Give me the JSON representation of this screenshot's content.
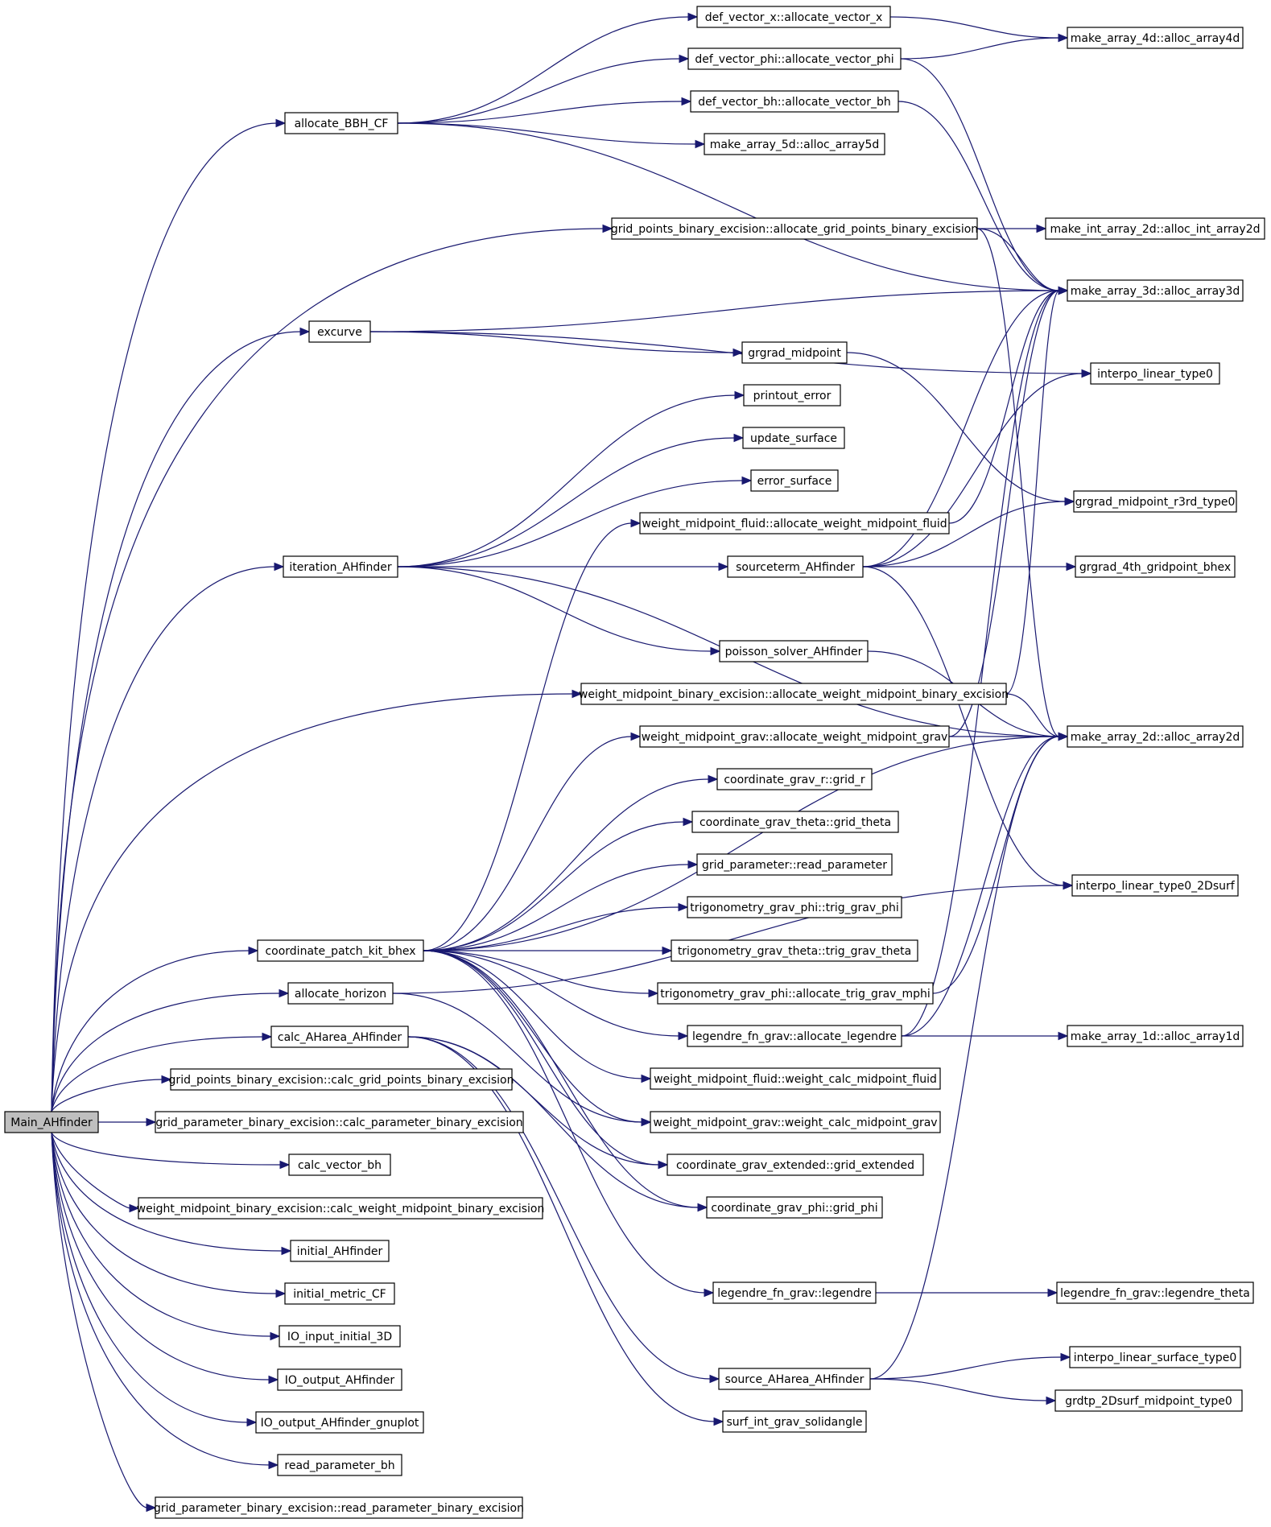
{
  "colors": {
    "edge": "#191970",
    "node_border": "#000000",
    "node_fill": "#ffffff",
    "root_fill": "#bfbfbf"
  },
  "root": "n0",
  "nodes": [
    {
      "id": "n0",
      "label": "Main_AHfinder"
    },
    {
      "id": "n1",
      "label": "allocate_BBH_CF"
    },
    {
      "id": "n2",
      "label": "excurve"
    },
    {
      "id": "n3",
      "label": "iteration_AHfinder"
    },
    {
      "id": "n4",
      "label": "coordinate_patch_kit_bhex"
    },
    {
      "id": "n5",
      "label": "allocate_horizon"
    },
    {
      "id": "n6",
      "label": "calc_AHarea_AHfinder"
    },
    {
      "id": "n7",
      "label": "grid_points_binary_excision::calc_grid_points_binary_excision"
    },
    {
      "id": "n8",
      "label": "grid_parameter_binary_excision::calc_parameter_binary_excision"
    },
    {
      "id": "n9",
      "label": "calc_vector_bh"
    },
    {
      "id": "n10",
      "label": "weight_midpoint_binary_excision::calc_weight_midpoint_binary_excision"
    },
    {
      "id": "n11",
      "label": "initial_AHfinder"
    },
    {
      "id": "n12",
      "label": "initial_metric_CF"
    },
    {
      "id": "n13",
      "label": "IO_input_initial_3D"
    },
    {
      "id": "n14",
      "label": "IO_output_AHfinder"
    },
    {
      "id": "n15",
      "label": "IO_output_AHfinder_gnuplot"
    },
    {
      "id": "n16",
      "label": "read_parameter_bh"
    },
    {
      "id": "n17",
      "label": "grid_parameter_binary_excision::read_parameter_binary_excision"
    },
    {
      "id": "n18",
      "label": "def_vector_x::allocate_vector_x"
    },
    {
      "id": "n19",
      "label": "def_vector_phi::allocate_vector_phi"
    },
    {
      "id": "n20",
      "label": "def_vector_bh::allocate_vector_bh"
    },
    {
      "id": "n21",
      "label": "make_array_5d::alloc_array5d"
    },
    {
      "id": "n22",
      "label": "grid_points_binary_excision::allocate_grid_points_binary_excision"
    },
    {
      "id": "n23",
      "label": "grgrad_midpoint"
    },
    {
      "id": "n24",
      "label": "printout_error"
    },
    {
      "id": "n25",
      "label": "update_surface"
    },
    {
      "id": "n26",
      "label": "error_surface"
    },
    {
      "id": "n27",
      "label": "weight_midpoint_fluid::allocate_weight_midpoint_fluid"
    },
    {
      "id": "n28",
      "label": "sourceterm_AHfinder"
    },
    {
      "id": "n29",
      "label": "poisson_solver_AHfinder"
    },
    {
      "id": "n30",
      "label": "weight_midpoint_binary_excision::allocate_weight_midpoint_binary_excision"
    },
    {
      "id": "n31",
      "label": "weight_midpoint_grav::allocate_weight_midpoint_grav"
    },
    {
      "id": "n32",
      "label": "coordinate_grav_r::grid_r"
    },
    {
      "id": "n33",
      "label": "coordinate_grav_theta::grid_theta"
    },
    {
      "id": "n34",
      "label": "grid_parameter::read_parameter"
    },
    {
      "id": "n35",
      "label": "trigonometry_grav_phi::trig_grav_phi"
    },
    {
      "id": "n36",
      "label": "trigonometry_grav_theta::trig_grav_theta"
    },
    {
      "id": "n37",
      "label": "trigonometry_grav_phi::allocate_trig_grav_mphi"
    },
    {
      "id": "n38",
      "label": "legendre_fn_grav::allocate_legendre"
    },
    {
      "id": "n39",
      "label": "weight_midpoint_fluid::weight_calc_midpoint_fluid"
    },
    {
      "id": "n40",
      "label": "weight_midpoint_grav::weight_calc_midpoint_grav"
    },
    {
      "id": "n41",
      "label": "coordinate_grav_extended::grid_extended"
    },
    {
      "id": "n42",
      "label": "coordinate_grav_phi::grid_phi"
    },
    {
      "id": "n43",
      "label": "legendre_fn_grav::legendre"
    },
    {
      "id": "n44",
      "label": "source_AHarea_AHfinder"
    },
    {
      "id": "n45",
      "label": "surf_int_grav_solidangle"
    },
    {
      "id": "n46",
      "label": "make_array_4d::alloc_array4d"
    },
    {
      "id": "n47",
      "label": "make_int_array_2d::alloc_int_array2d"
    },
    {
      "id": "n48",
      "label": "make_array_3d::alloc_array3d"
    },
    {
      "id": "n49",
      "label": "interpo_linear_type0"
    },
    {
      "id": "n50",
      "label": "grgrad_midpoint_r3rd_type0"
    },
    {
      "id": "n51",
      "label": "grgrad_4th_gridpoint_bhex"
    },
    {
      "id": "n52",
      "label": "make_array_2d::alloc_array2d"
    },
    {
      "id": "n53",
      "label": "interpo_linear_type0_2Dsurf"
    },
    {
      "id": "n54",
      "label": "make_array_1d::alloc_array1d"
    },
    {
      "id": "n55",
      "label": "legendre_fn_grav::legendre_theta"
    },
    {
      "id": "n56",
      "label": "interpo_linear_surface_type0"
    },
    {
      "id": "n57",
      "label": "grdtp_2Dsurf_midpoint_type0"
    }
  ],
  "edges": [
    [
      "n0",
      "n1"
    ],
    [
      "n0",
      "n2"
    ],
    [
      "n0",
      "n3"
    ],
    [
      "n0",
      "n4"
    ],
    [
      "n0",
      "n5"
    ],
    [
      "n0",
      "n6"
    ],
    [
      "n0",
      "n7"
    ],
    [
      "n0",
      "n8"
    ],
    [
      "n0",
      "n9"
    ],
    [
      "n0",
      "n10"
    ],
    [
      "n0",
      "n11"
    ],
    [
      "n0",
      "n12"
    ],
    [
      "n0",
      "n13"
    ],
    [
      "n0",
      "n14"
    ],
    [
      "n0",
      "n15"
    ],
    [
      "n0",
      "n16"
    ],
    [
      "n0",
      "n17"
    ],
    [
      "n0",
      "n22"
    ],
    [
      "n0",
      "n30"
    ],
    [
      "n1",
      "n18"
    ],
    [
      "n1",
      "n19"
    ],
    [
      "n1",
      "n20"
    ],
    [
      "n1",
      "n21"
    ],
    [
      "n1",
      "n48"
    ],
    [
      "n18",
      "n46"
    ],
    [
      "n19",
      "n46"
    ],
    [
      "n19",
      "n48"
    ],
    [
      "n20",
      "n48"
    ],
    [
      "n22",
      "n47"
    ],
    [
      "n22",
      "n48"
    ],
    [
      "n22",
      "n52"
    ],
    [
      "n2",
      "n48"
    ],
    [
      "n2",
      "n49"
    ],
    [
      "n2",
      "n23"
    ],
    [
      "n23",
      "n50"
    ],
    [
      "n3",
      "n24"
    ],
    [
      "n3",
      "n25"
    ],
    [
      "n3",
      "n26"
    ],
    [
      "n3",
      "n28"
    ],
    [
      "n3",
      "n29"
    ],
    [
      "n3",
      "n52"
    ],
    [
      "n28",
      "n50"
    ],
    [
      "n28",
      "n51"
    ],
    [
      "n28",
      "n48"
    ],
    [
      "n28",
      "n53"
    ],
    [
      "n28",
      "n49"
    ],
    [
      "n29",
      "n52"
    ],
    [
      "n27",
      "n48"
    ],
    [
      "n30",
      "n52"
    ],
    [
      "n30",
      "n48"
    ],
    [
      "n31",
      "n52"
    ],
    [
      "n31",
      "n48"
    ],
    [
      "n4",
      "n27"
    ],
    [
      "n4",
      "n31"
    ],
    [
      "n4",
      "n32"
    ],
    [
      "n4",
      "n33"
    ],
    [
      "n4",
      "n34"
    ],
    [
      "n4",
      "n35"
    ],
    [
      "n4",
      "n36"
    ],
    [
      "n4",
      "n37"
    ],
    [
      "n4",
      "n38"
    ],
    [
      "n4",
      "n39"
    ],
    [
      "n4",
      "n40"
    ],
    [
      "n4",
      "n41"
    ],
    [
      "n4",
      "n42"
    ],
    [
      "n4",
      "n43"
    ],
    [
      "n4",
      "n52"
    ],
    [
      "n37",
      "n52"
    ],
    [
      "n38",
      "n54"
    ],
    [
      "n38",
      "n52"
    ],
    [
      "n38",
      "n48"
    ],
    [
      "n43",
      "n55"
    ],
    [
      "n5",
      "n40"
    ],
    [
      "n5",
      "n53"
    ],
    [
      "n6",
      "n44"
    ],
    [
      "n6",
      "n45"
    ],
    [
      "n6",
      "n41"
    ],
    [
      "n6",
      "n42"
    ],
    [
      "n44",
      "n56"
    ],
    [
      "n44",
      "n57"
    ],
    [
      "n44",
      "n52"
    ]
  ]
}
